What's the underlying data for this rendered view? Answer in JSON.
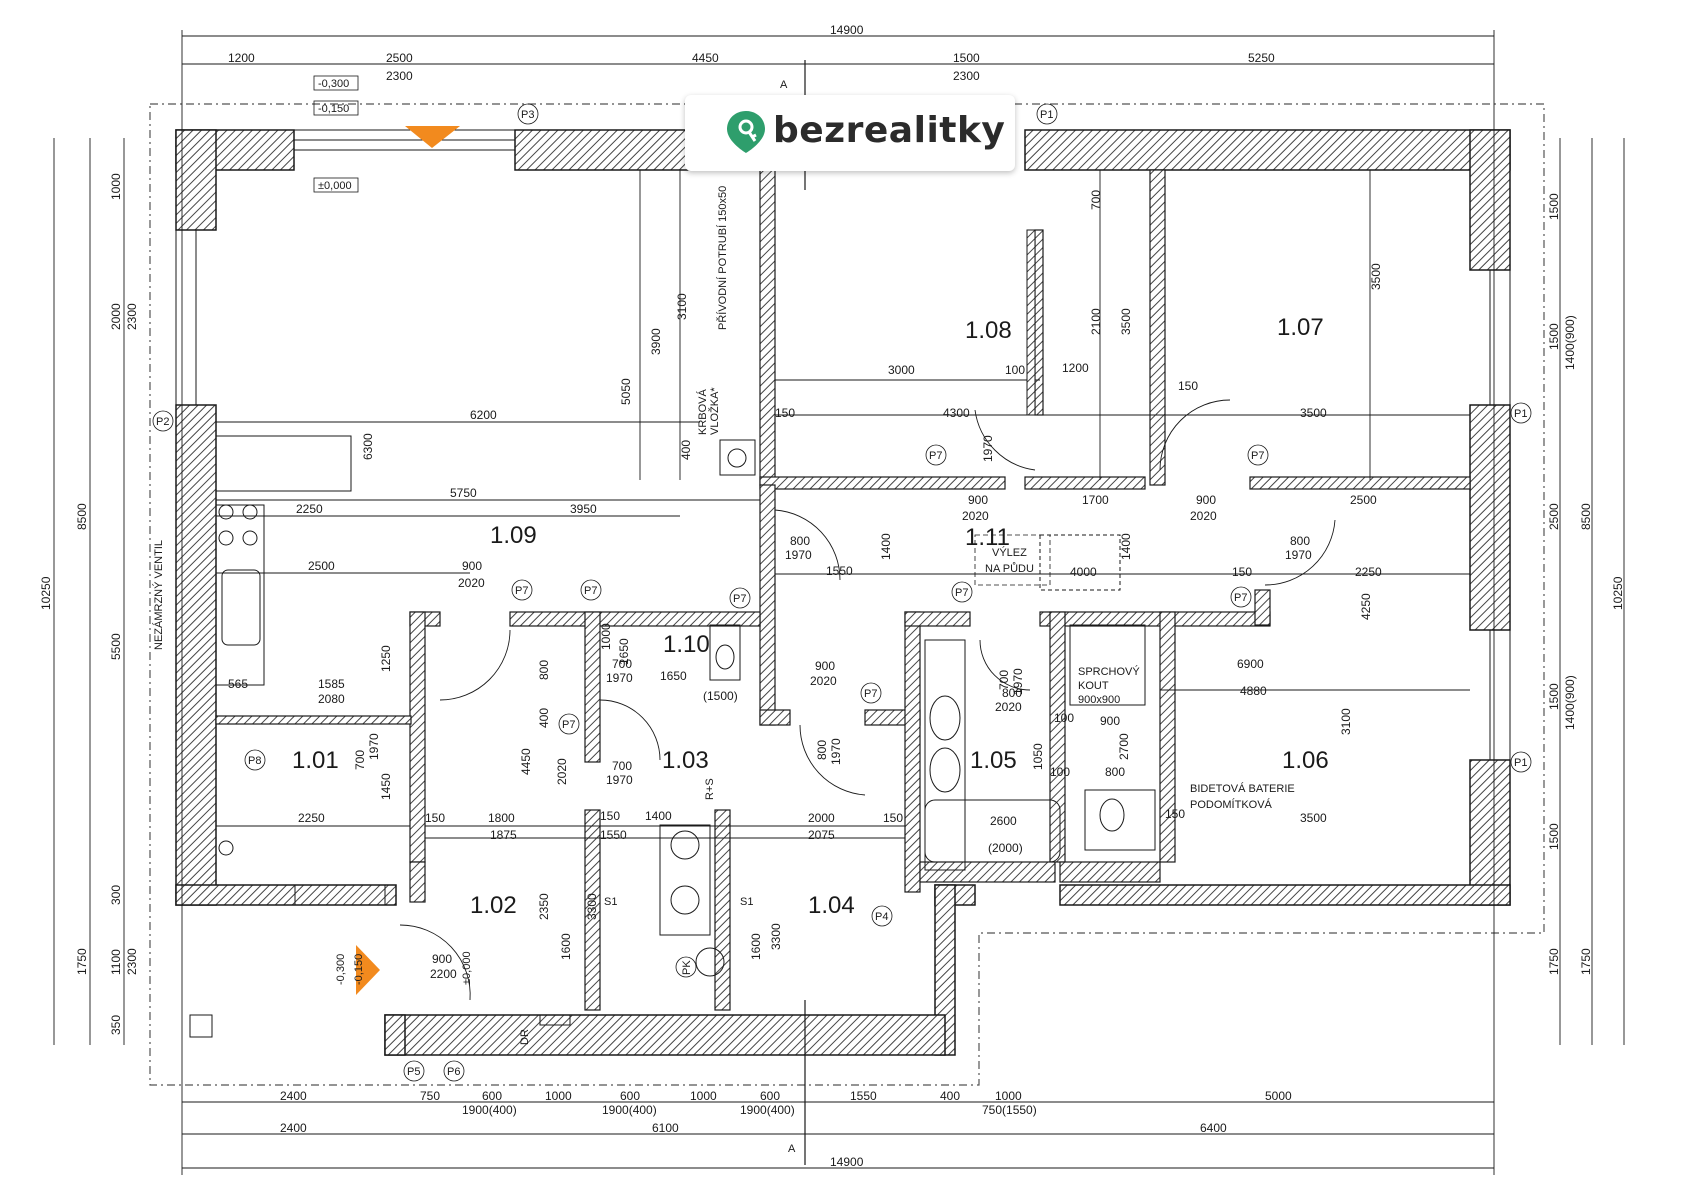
{
  "logo": {
    "brand": "bezrealitky",
    "icon": "map-pin-key-icon",
    "color": "#2e9e6c"
  },
  "colors": {
    "wall_hatch": "#444444",
    "line": "#1a1a1a",
    "marker": "#f28a1e",
    "dashed": "#555555"
  },
  "rooms": {
    "r101": "1.01",
    "r102": "1.02",
    "r103": "1.03",
    "r104": "1.04",
    "r105": "1.05",
    "r106": "1.06",
    "r107": "1.07",
    "r108": "1.08",
    "r109": "1.09",
    "r110": "1.10",
    "r111": "1.11"
  },
  "dims": {
    "top_total": "14900",
    "bottom_total": "14900",
    "top_1200": "1200",
    "top_2500": "2500",
    "top_2300a": "2300",
    "top_4450": "4450",
    "top_1500": "1500",
    "top_2300b": "2300",
    "top_5250": "5250",
    "bot_2400a": "2400",
    "bot_750": "750",
    "bot_600a": "600",
    "bot_1000a": "1000",
    "bot_600b": "600",
    "bot_1000b": "1000",
    "bot_600c": "600",
    "bot_1550": "1550",
    "bot_400": "400",
    "bot_1000c": "1000",
    "bot_5000": "5000",
    "bot_1900a": "1900(400)",
    "bot_1900b": "1900(400)",
    "bot_1900c": "1900(400)",
    "bot_750b": "750(1550)",
    "bot_2400b": "2400",
    "bot_6100": "6100",
    "bot_6400": "6400",
    "left_1000": "1000",
    "left_2300": "2300",
    "left_2000": "2000",
    "left_8500": "8500",
    "left_5500": "5500",
    "left_10250": "10250",
    "left_300": "300",
    "left_1100": "1100",
    "left_2300b": "2300",
    "left_1750": "1750",
    "left_350": "350",
    "right_1500a": "1500",
    "right_1500b": "1500",
    "right_1400a": "1400(900)",
    "right_2500": "2500",
    "right_8500": "8500",
    "right_1500c": "1500",
    "right_1400b": "1400(900)",
    "right_1500d": "1500",
    "right_10250": "10250",
    "right_1750a": "1750",
    "right_1750b": "1750",
    "i6200": "6200",
    "i6300": "6300",
    "i5750": "5750",
    "i2250a": "2250",
    "i3950": "3950",
    "i2500": "2500",
    "i900a": "900",
    "i2020a": "2020",
    "i5050": "5050",
    "i3900": "3900",
    "i3100a": "3100",
    "i3000": "3000",
    "i100a": "100",
    "i1200": "1200",
    "i4300": "4300",
    "i150a": "150",
    "i700a": "700",
    "i2100": "2100",
    "i3500a": "3500",
    "i1970a": "1970",
    "i900b": "900",
    "i2020b": "2020",
    "i1700": "1700",
    "i3500b": "3500",
    "i3500c": "3500",
    "i150b": "150",
    "i900c": "900",
    "i2020c": "2020",
    "i2500b": "2500",
    "i2250b": "2250",
    "i4250": "4250",
    "i800a": "800",
    "i1970b": "1970",
    "i1550": "1550",
    "i1400a": "1400",
    "i4000": "4000",
    "i1400b": "1400",
    "i150c": "150",
    "i800b": "800",
    "i1970c": "1970",
    "i6900": "6900",
    "i4880": "4880",
    "i3100b": "3100",
    "i3500d": "3500",
    "i150d": "150",
    "i565": "565",
    "i1585": "1585",
    "i2080": "2080",
    "i1250": "1250",
    "i700b": "700",
    "i1450": "1450",
    "i2250c": "2250",
    "i1970d": "1970",
    "i150e": "150",
    "i1800": "1800",
    "i1875": "1875",
    "i1550b": "1550",
    "i4450": "4450",
    "i2350": "2350",
    "i1600a": "1600",
    "i3300a": "3300",
    "i400": "400",
    "i800c": "800",
    "i2020d": "2020",
    "i700c": "700",
    "i1970e": "1970",
    "i150f": "150",
    "i1400c": "1400",
    "i2000": "2000",
    "i2075": "2075",
    "i150g": "150",
    "i1600b": "1600",
    "i3300b": "3300",
    "i900d": "900",
    "i2020e": "2020",
    "i800d": "800",
    "i1970f": "1970",
    "i1650": "1650",
    "i1500": "(1500)",
    "i700d": "700",
    "i1970g": "1970",
    "i2600": "2600",
    "i2000b": "(2000)",
    "i1050": "1050",
    "i800e": "800",
    "i2020f": "2020",
    "i700e": "700",
    "i1970h": "1970",
    "i900e": "900",
    "i2700": "2700",
    "i800f": "800",
    "i100b": "100",
    "i100c": "100",
    "i900f": "900",
    "i2200": "2200",
    "i400b": "400",
    "i1000": "1000",
    "i1650b": "1650"
  },
  "levels": {
    "l1": "-0,300",
    "l2": "-0,150",
    "l3": "±0,000",
    "l4": "-0,300",
    "l5": "-0,150",
    "l6": "±0,000"
  },
  "tags": {
    "p1a": "P1",
    "p1b": "P1",
    "p1c": "P1",
    "p2": "P2",
    "p3": "P3",
    "p4": "P4",
    "p5": "P5",
    "p6": "P6",
    "p7a": "P7",
    "p7b": "P7",
    "p7c": "P7",
    "p7d": "P7",
    "p7e": "P7",
    "p7f": "P7",
    "p7g": "P7",
    "p7h": "P7",
    "p7i": "P7",
    "p8": "P8",
    "pk": "PK",
    "s1a": "S1",
    "s1b": "S1"
  },
  "labels": {
    "vent": "NEZÁMRZNÝ VENTIL",
    "pipe": "PŘÍVODNÍ POTRUBÍ 150x50",
    "krb1": "KRBOVÁ",
    "krb2": "VLOŽKA*",
    "attic1": "VÝLEZ",
    "attic2": "NA PŮDU",
    "shower1": "SPRCHOVÝ",
    "shower2": "KOUT",
    "shower3": "900x900",
    "bidet1": "BIDETOVÁ BATERIE",
    "bidet2": "PODOMÍTKOVÁ",
    "rs": "R+S",
    "dr": "DR",
    "section_top": "A",
    "section_bottom": "A"
  }
}
